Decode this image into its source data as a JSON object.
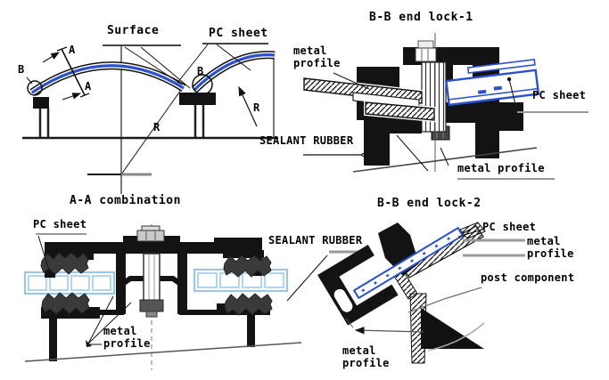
{
  "page": {
    "background": "#ffffff"
  },
  "colors": {
    "pc_sheet_blue": "#2a50cc",
    "multiwall_light_blue": "#9cc6e6",
    "profile_black": "#131313",
    "leader_gray": "#999999",
    "rubber_dark": "#3a3a3a"
  },
  "diagrams": {
    "arc_view": {
      "caption": "A-A combination",
      "labels": {
        "surface": "Surface",
        "pc_sheet": "PC sheet",
        "section_a_top": "A",
        "section_a_bottom": "A",
        "end_b_left": "B",
        "end_b_mid": "B",
        "radius_center": "R",
        "radius_right": "R"
      }
    },
    "end_lock_1": {
      "title": "B-B end lock-1",
      "labels": {
        "metal_profile_top": "metal\nprofile",
        "sealant_rubber": "SEALANT RUBBER",
        "pc_sheet": "PC sheet",
        "metal_profile_bottom": "metal profile"
      }
    },
    "aa_combination": {
      "labels": {
        "pc_sheet": "PC sheet",
        "metal_profile": "metal\nprofile"
      }
    },
    "end_lock_2": {
      "title": "B-B end lock-2",
      "labels": {
        "sealant_rubber": "SEALANT RUBBER",
        "pc_sheet": "PC sheet",
        "metal_profile_right": "metal\nprofile",
        "post_component": "post component",
        "metal_profile_bottom": "metal\nprofile"
      }
    }
  }
}
